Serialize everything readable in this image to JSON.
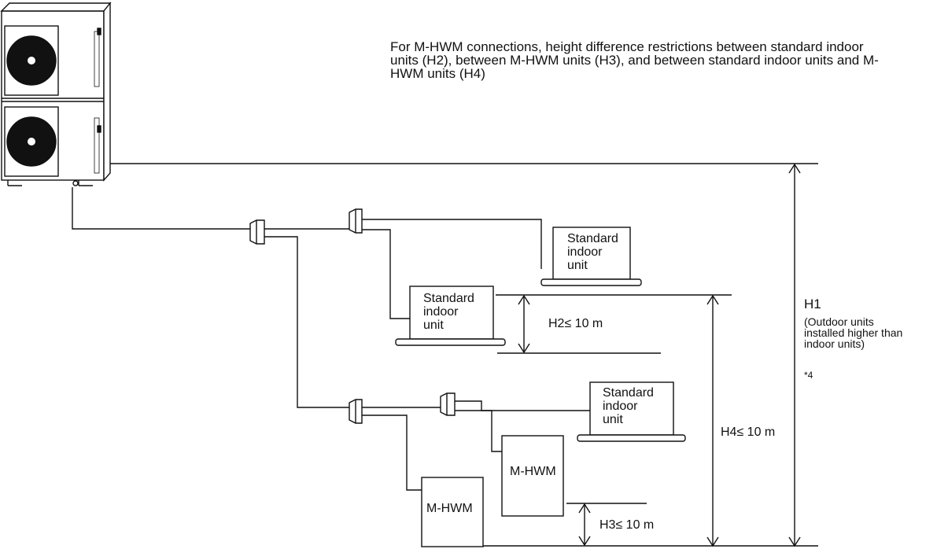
{
  "note": "For M-HWM connections, height difference restrictions between standard indoor\nunits (H2), between M-HWM units (H3), and between standard indoor units and M-\nHWM units (H4)",
  "units": {
    "standard_top": "Standard\nindoor\nunit",
    "standard_mid": "Standard\nindoor\nunit",
    "standard_low": "Standard\nindoor\nunit",
    "mhwm_upper": "M-HWM",
    "mhwm_lower": "M-HWM"
  },
  "dimensions": {
    "h1": "H1",
    "h1_note": "(Outdoor units\ninstalled higher than\nindoor units)",
    "h1_footnote": "*4",
    "h2": "H2≤ 10 m",
    "h3": "H3≤ 10 m",
    "h4": "H4≤ 10 m"
  }
}
